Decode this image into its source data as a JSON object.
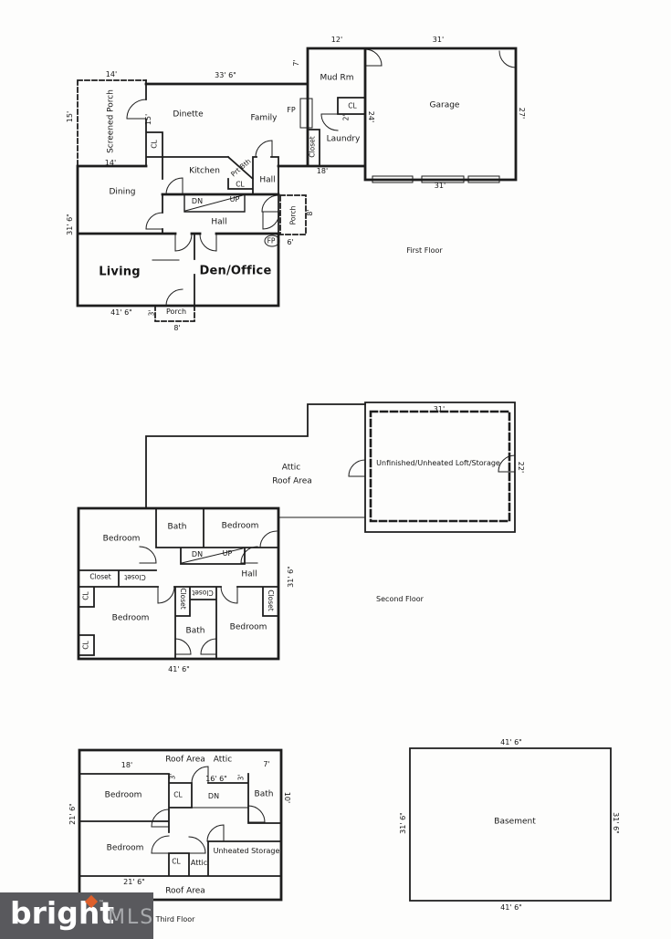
{
  "colors": {
    "ink": "#1d1d1d",
    "background": "#fdfdfc",
    "logo_bg": "#59595d",
    "logo_text": "#ffffff",
    "logo_mls": "#a9abae",
    "logo_accent": "#dd5f2b"
  },
  "titles": {
    "first": "First Floor",
    "second": "Second Floor",
    "third": "Third Floor"
  },
  "floors": {
    "first": {
      "rooms": {
        "screened_porch": "Screened Porch",
        "dinette": "Dinette",
        "family": "Family",
        "mud_rm": "Mud Rm",
        "garage": "Garage",
        "fp_family": "FP",
        "cl_laundry_top": "CL",
        "closet_laundry": "Closet",
        "laundry": "Laundry",
        "cl_entry": "CL",
        "kitchen": "Kitchen",
        "prt_bth": "Prt Bth",
        "hall_upper": "Hall",
        "cl_bath": "CL",
        "dining": "Dining",
        "dn": "DN",
        "up": "UP",
        "hall_lower": "Hall",
        "porch_side": "Porch",
        "fp_den": "FP",
        "living": "Living",
        "den_office": "Den/Office",
        "porch_front": "Porch"
      },
      "dims": {
        "w14_top": "14'",
        "w33_6": "33' 6\"",
        "w12": "12'",
        "w31_top": "31'",
        "h7": "7'",
        "h15": "15'",
        "h15_inner": "15'",
        "h27": "27'",
        "w2": "2'",
        "h24": "24'",
        "w14_bottom": "14'",
        "w18": "18'",
        "w31_bottom": "31'",
        "h31_6": "31' 6\"",
        "h8_side": "8'",
        "w6": "6'",
        "w41_6": "41' 6\"",
        "w3": "3'",
        "w8_front": "8'"
      }
    },
    "second": {
      "rooms": {
        "attic_word": "Attic",
        "roof_area_word": "Roof Area",
        "loft": "Unfinished/Unheated Loft/Storage",
        "bedroom_tl": "Bedroom",
        "bath_top": "Bath",
        "bedroom_tr": "Bedroom",
        "dn": "DN",
        "up": "UP",
        "hall": "Hall",
        "closet_a": "Closet",
        "closet_b": "Closet",
        "cl_a": "CL",
        "cl_b": "CL",
        "closet_mid_v": "Closet",
        "closet_mid_h": "Closet",
        "closet_right": "Closet",
        "bedroom_bl": "Bedroom",
        "bath_bottom": "Bath",
        "bedroom_br": "Bedroom"
      },
      "dims": {
        "w31": "31'",
        "h22": "22'",
        "h31_6": "31' 6\"",
        "w41_6": "41' 6\""
      }
    },
    "third": {
      "rooms": {
        "roof_area_top": "Roof Area",
        "attic_top": "Attic",
        "bedroom_top": "Bedroom",
        "cl_top": "CL",
        "dn": "DN",
        "bath": "Bath",
        "bedroom_bottom": "Bedroom",
        "cl_bottom": "CL",
        "attic_mid": "Attic",
        "unheated_storage": "Unheated Storage",
        "roof_area_bottom": "Roof Area"
      },
      "dims": {
        "w18": "18'",
        "w7": "7'",
        "h3_left": "3'",
        "w16_6": "16' 6\"",
        "h3_right": "3'",
        "h10": "10'",
        "h21_6": "21' 6\"",
        "w21_6": "21' 6\""
      }
    },
    "basement": {
      "rooms": {
        "basement": "Basement"
      },
      "dims": {
        "w_top": "41' 6\"",
        "w_bottom": "41' 6\"",
        "h_left": "31' 6\"",
        "h_right": "31' 6\""
      }
    }
  },
  "logo": {
    "brand": "bright",
    "suffix": "MLS",
    "tm": "™"
  }
}
